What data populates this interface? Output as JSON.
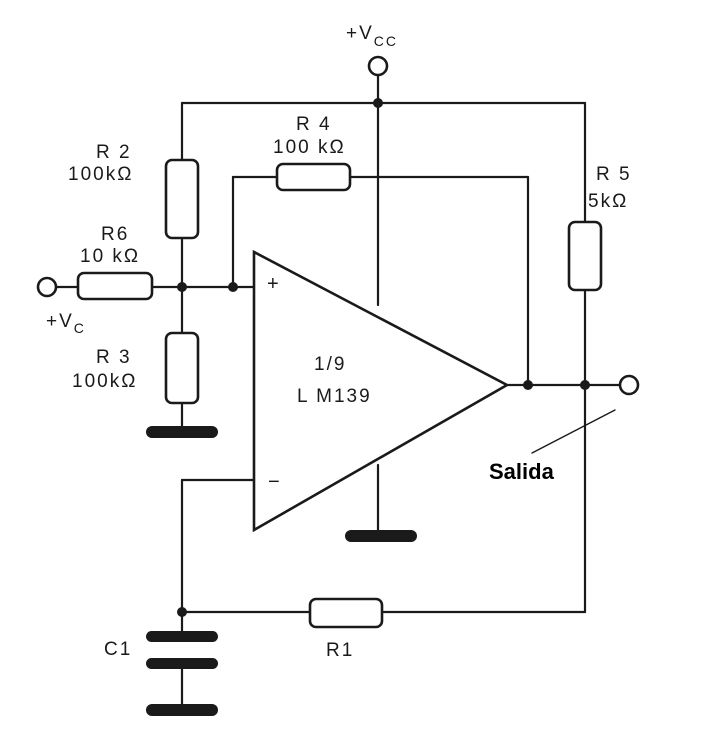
{
  "supply": {
    "prefix": "+V",
    "sub": "CC"
  },
  "input": {
    "prefix": "+V",
    "sub": "C"
  },
  "output_label": "Salida",
  "opamp": {
    "line1": "1/9",
    "line2": "L M139",
    "plus": "+",
    "minus": "−"
  },
  "components": {
    "R1": {
      "name": "R1"
    },
    "R2": {
      "name": "R 2",
      "value": "100kΩ"
    },
    "R3": {
      "name": "R 3",
      "value": "100kΩ"
    },
    "R4": {
      "name": "R 4",
      "value": "100 kΩ"
    },
    "R5": {
      "name": "R 5",
      "value": "5kΩ"
    },
    "R6": {
      "name": "R6",
      "value": "10 kΩ"
    },
    "C1": {
      "name": "C1"
    }
  },
  "icons": [
    "resistor-icon",
    "capacitor-icon",
    "ground-icon",
    "terminal-icon",
    "opamp-icon"
  ]
}
